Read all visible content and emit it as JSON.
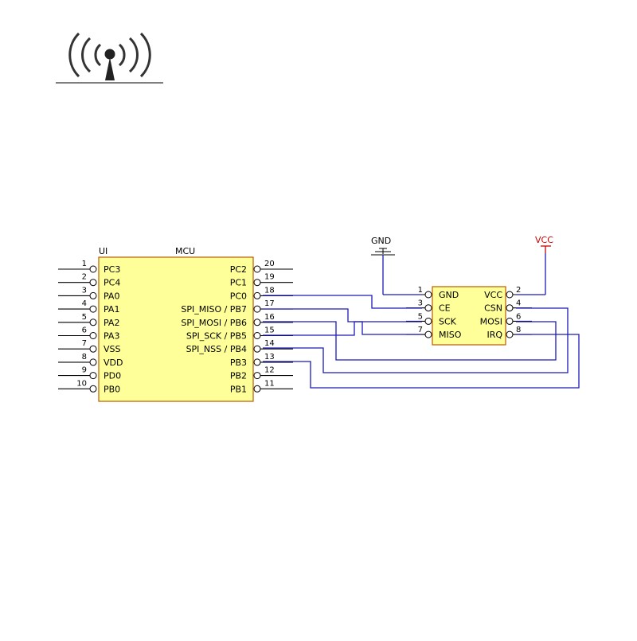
{
  "logo": {
    "icon": "wireless-antenna-icon"
  },
  "mcu": {
    "left_title": "UI",
    "title": "MCU",
    "left_pins": [
      {
        "num": "1",
        "label": "PC3"
      },
      {
        "num": "2",
        "label": "PC4"
      },
      {
        "num": "3",
        "label": "PA0"
      },
      {
        "num": "4",
        "label": "PA1"
      },
      {
        "num": "5",
        "label": "PA2"
      },
      {
        "num": "6",
        "label": "PA3"
      },
      {
        "num": "7",
        "label": "VSS"
      },
      {
        "num": "8",
        "label": "VDD"
      },
      {
        "num": "9",
        "label": "PD0"
      },
      {
        "num": "10",
        "label": "PB0"
      }
    ],
    "right_pins": [
      {
        "num": "20",
        "label": "PC2"
      },
      {
        "num": "19",
        "label": "PC1"
      },
      {
        "num": "18",
        "label": "PC0"
      },
      {
        "num": "17",
        "label": "SPI_MISO / PB7"
      },
      {
        "num": "16",
        "label": "SPI_MOSI / PB6"
      },
      {
        "num": "15",
        "label": "SPI_SCK / PB5"
      },
      {
        "num": "14",
        "label": "SPI_NSS / PB4"
      },
      {
        "num": "13",
        "label": "PB3"
      },
      {
        "num": "12",
        "label": "PB2"
      },
      {
        "num": "11",
        "label": "PB1"
      }
    ]
  },
  "module": {
    "left_pins": [
      {
        "num": "1",
        "label": "GND"
      },
      {
        "num": "3",
        "label": "CE"
      },
      {
        "num": "5",
        "label": "SCK"
      },
      {
        "num": "7",
        "label": "MISO"
      }
    ],
    "right_pins": [
      {
        "num": "2",
        "label": "VCC"
      },
      {
        "num": "4",
        "label": "CSN"
      },
      {
        "num": "6",
        "label": "MOSI"
      },
      {
        "num": "8",
        "label": "IRQ"
      }
    ]
  },
  "power": {
    "gnd_label": "GND",
    "vcc_label": "VCC",
    "vcc_color": "#cc0000"
  },
  "colors": {
    "wire": "#1a1ab8",
    "chip_fill": "#ffff99",
    "chip_border": "#b85c00"
  }
}
